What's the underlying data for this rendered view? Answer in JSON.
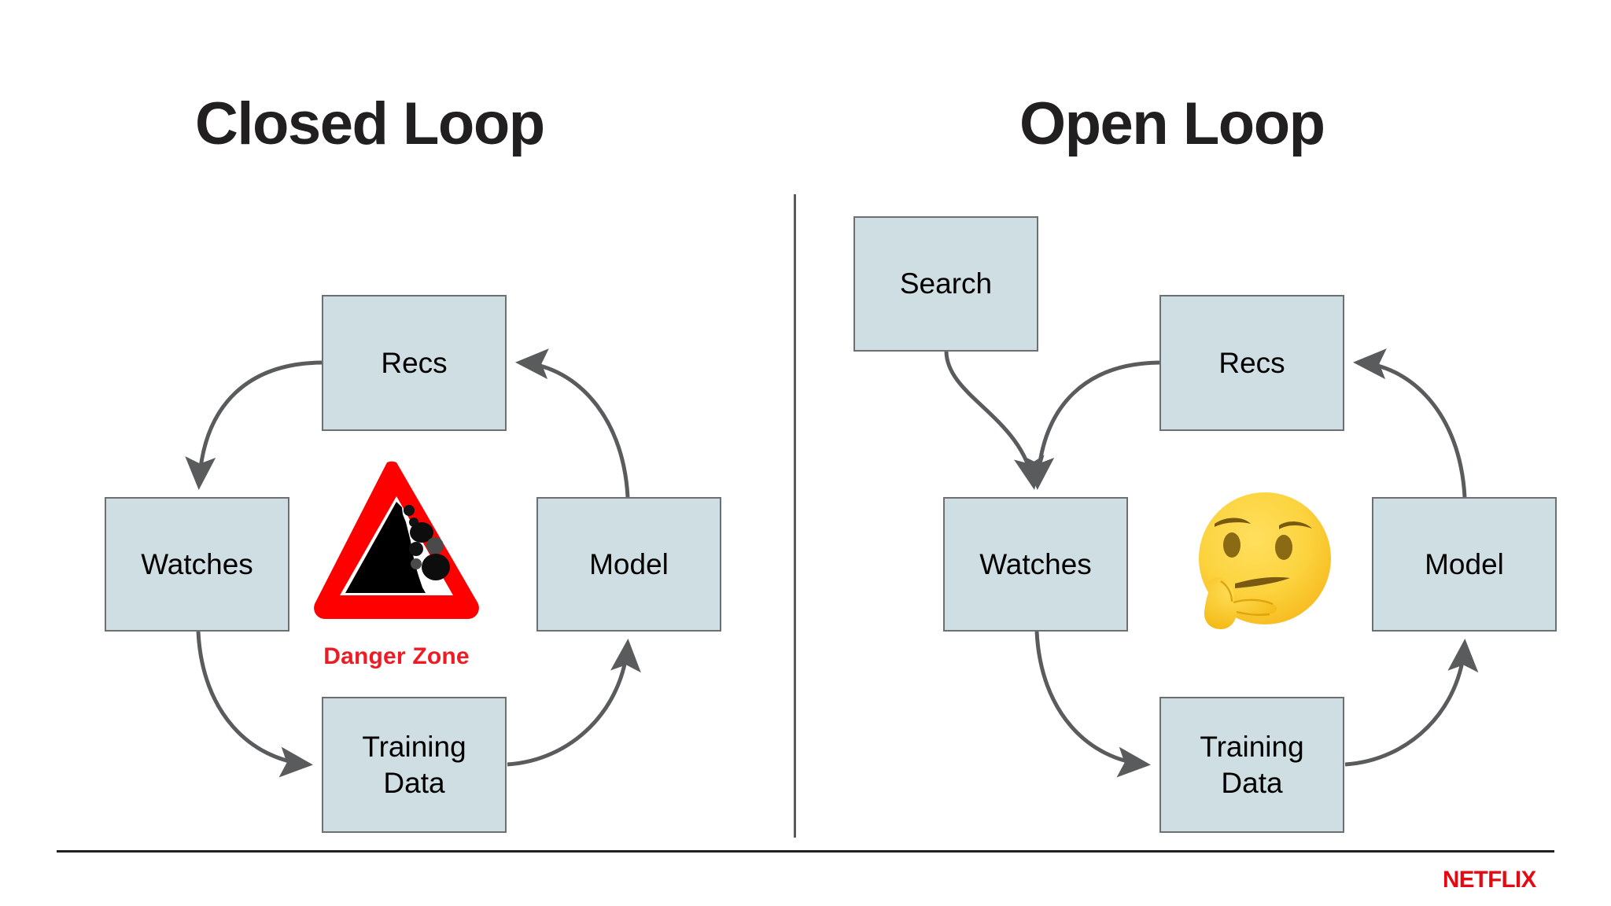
{
  "slide": {
    "background_color": "#ffffff",
    "box_fill_color": "#cfdee3",
    "box_border_color": "#6d7072",
    "arrow_color": "#595b5d",
    "title_color": "#211f20",
    "danger_color": "#ee1b24",
    "netflix_red": "#e50914"
  },
  "panels": {
    "left": {
      "title": "Closed Loop",
      "boxes": {
        "recs": "Recs",
        "watches": "Watches",
        "model": "Model",
        "training_data": "Training\nData",
        "training_data_line1": "Training",
        "training_data_line2": "Data"
      },
      "annotation": {
        "icon": "falling-rocks-warning-sign",
        "label": "Danger Zone"
      },
      "flow": [
        {
          "from": "Recs",
          "to": "Watches"
        },
        {
          "from": "Watches",
          "to": "Training Data"
        },
        {
          "from": "Training Data",
          "to": "Model"
        },
        {
          "from": "Model",
          "to": "Recs"
        }
      ]
    },
    "right": {
      "title": "Open Loop",
      "boxes": {
        "search": "Search",
        "recs": "Recs",
        "watches": "Watches",
        "model": "Model",
        "training_data_line1": "Training",
        "training_data_line2": "Data"
      },
      "annotation": {
        "icon": "thinking-face-emoji",
        "label": ""
      },
      "flow": [
        {
          "from": "Search",
          "to": "Watches"
        },
        {
          "from": "Recs",
          "to": "Watches"
        },
        {
          "from": "Watches",
          "to": "Training Data"
        },
        {
          "from": "Training Data",
          "to": "Model"
        },
        {
          "from": "Model",
          "to": "Recs"
        }
      ]
    }
  },
  "footer": {
    "brand": "NETFLIX"
  }
}
